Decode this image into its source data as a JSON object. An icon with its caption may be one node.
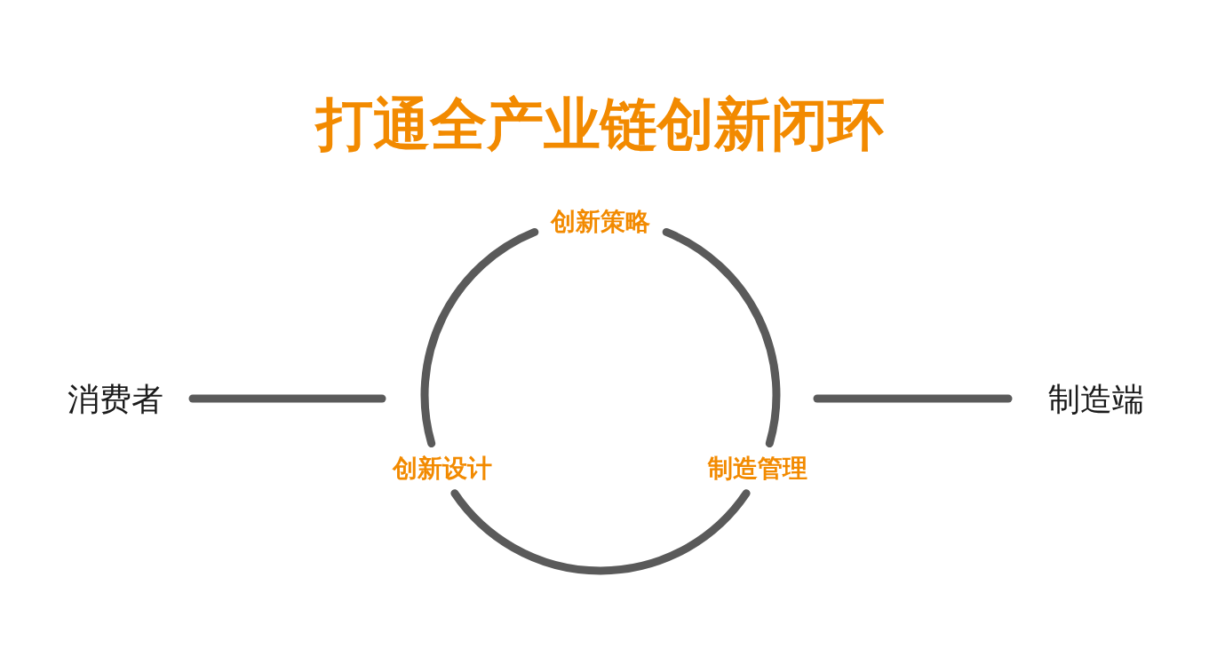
{
  "diagram": {
    "title": "打通全产业链创新闭环",
    "nodes": [
      {
        "text": [
          "消费者"
        ]
      },
      {
        "text": [
          "制造端"
        ]
      },
      {
        "text": [
          "创新策略"
        ]
      },
      {
        "text": [
          "创新设计"
        ]
      },
      {
        "text": [
          "制造管理"
        ]
      }
    ],
    "edges": [
      {
        "from": 2,
        "to": 4,
        "arrow": "none"
      },
      {
        "from": 4,
        "to": 3,
        "arrow": "none"
      },
      {
        "from": 3,
        "to": 2,
        "arrow": "none"
      },
      {
        "from": 0,
        "to": null,
        "arrow": "none"
      },
      {
        "from": 1,
        "to": null,
        "arrow": "none"
      }
    ]
  }
}
